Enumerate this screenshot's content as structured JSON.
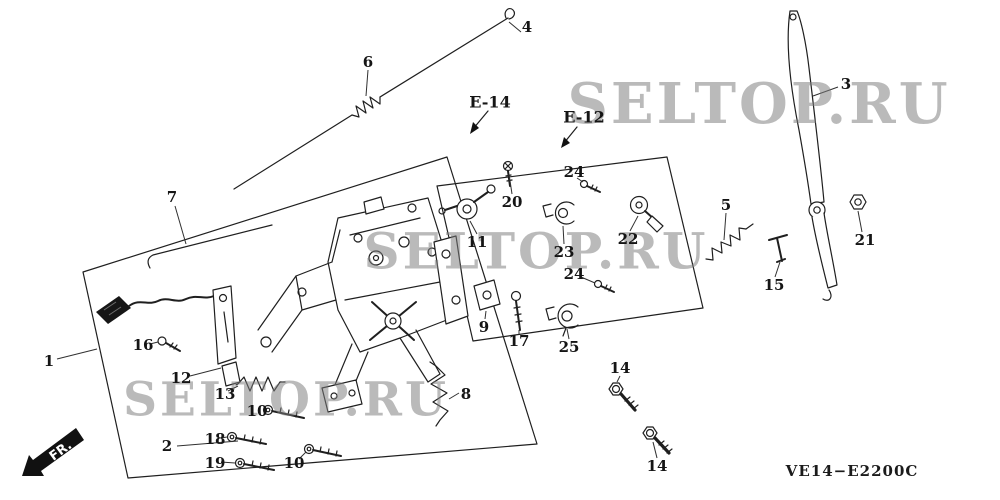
{
  "watermark": {
    "text": "SELTOP.RU",
    "color": "#7d7d7d"
  },
  "diagram": {
    "code": "VE14−E2200C",
    "fr_label": "FR.",
    "ref_e14": "E-14",
    "ref_e12": "E-12",
    "callouts": [
      {
        "label": "4"
      },
      {
        "label": "6"
      },
      {
        "label": "3"
      },
      {
        "label": "7"
      },
      {
        "label": "24"
      },
      {
        "label": "20"
      },
      {
        "label": "5"
      },
      {
        "label": "11"
      },
      {
        "label": "23"
      },
      {
        "label": "22"
      },
      {
        "label": "21"
      },
      {
        "label": "15"
      },
      {
        "label": "24"
      },
      {
        "label": "9"
      },
      {
        "label": "17"
      },
      {
        "label": "25"
      },
      {
        "label": "16"
      },
      {
        "label": "1"
      },
      {
        "label": "12"
      },
      {
        "label": "13"
      },
      {
        "label": "10"
      },
      {
        "label": "8"
      },
      {
        "label": "14"
      },
      {
        "label": "2"
      },
      {
        "label": "18"
      },
      {
        "label": "19"
      },
      {
        "label": "10"
      },
      {
        "label": "14"
      }
    ]
  }
}
